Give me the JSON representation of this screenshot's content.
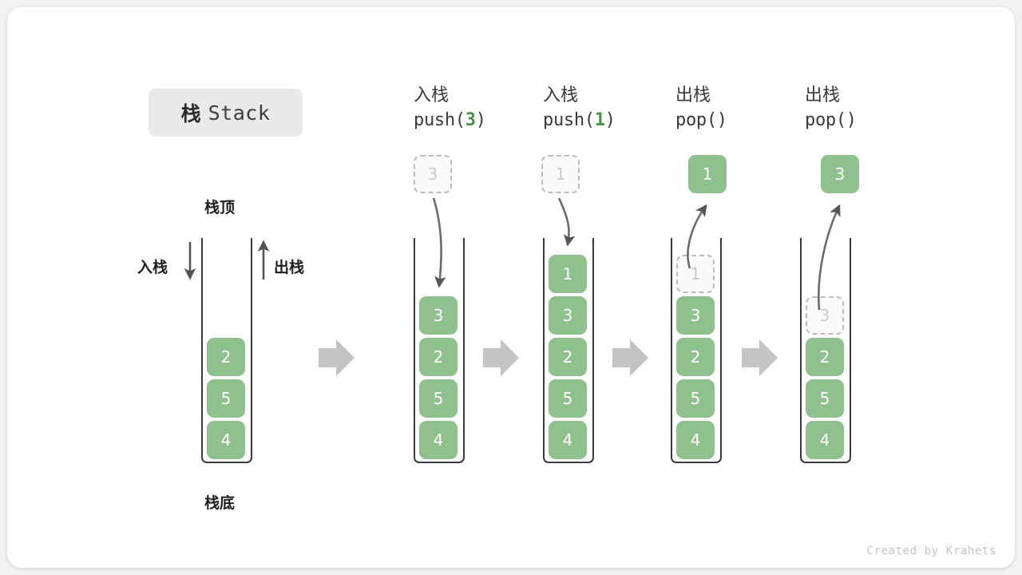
{
  "title": {
    "cn": "栈",
    "en": "Stack"
  },
  "labels": {
    "top": "栈顶",
    "bottom": "栈底",
    "push": "入栈",
    "pop": "出栈"
  },
  "watermark": "Created by Krahets",
  "colors": {
    "element": "#8fc18f",
    "ghost_text": "#c9c9c9",
    "ghost_border": "#bcbcbc",
    "accent_number": "#4a8f4a",
    "tube_border": "#3a3a3a",
    "flow_arrow": "#c4c4c4",
    "card": "#ffffff",
    "page": "#f2f2f2"
  },
  "columns": [
    {
      "id": "initial",
      "head_cn": "",
      "head_op": "",
      "op_value": "",
      "cells": [
        {
          "value": "2",
          "state": "solid"
        },
        {
          "value": "5",
          "state": "solid"
        },
        {
          "value": "4",
          "state": "solid"
        }
      ],
      "floating": null,
      "direction": ""
    },
    {
      "id": "push-3",
      "head_cn": "入栈",
      "head_op_prefix": "push(",
      "op_value": "3",
      "head_op_suffix": ")",
      "cells": [
        {
          "value": "3",
          "state": "solid"
        },
        {
          "value": "2",
          "state": "solid"
        },
        {
          "value": "5",
          "state": "solid"
        },
        {
          "value": "4",
          "state": "solid"
        }
      ],
      "floating": {
        "value": "3",
        "state": "ghost"
      },
      "direction": "in"
    },
    {
      "id": "push-1",
      "head_cn": "入栈",
      "head_op_prefix": "push(",
      "op_value": "1",
      "head_op_suffix": ")",
      "cells": [
        {
          "value": "1",
          "state": "solid"
        },
        {
          "value": "3",
          "state": "solid"
        },
        {
          "value": "2",
          "state": "solid"
        },
        {
          "value": "5",
          "state": "solid"
        },
        {
          "value": "4",
          "state": "solid"
        }
      ],
      "floating": {
        "value": "1",
        "state": "ghost"
      },
      "direction": "in"
    },
    {
      "id": "pop-1",
      "head_cn": "出栈",
      "head_op_prefix": "pop(",
      "op_value": "",
      "head_op_suffix": ")",
      "cells": [
        {
          "value": "1",
          "state": "ghost"
        },
        {
          "value": "3",
          "state": "solid"
        },
        {
          "value": "2",
          "state": "solid"
        },
        {
          "value": "5",
          "state": "solid"
        },
        {
          "value": "4",
          "state": "solid"
        }
      ],
      "floating": {
        "value": "1",
        "state": "solid"
      },
      "direction": "out"
    },
    {
      "id": "pop-3",
      "head_cn": "出栈",
      "head_op_prefix": "pop(",
      "op_value": "",
      "head_op_suffix": ")",
      "cells": [
        {
          "value": "3",
          "state": "ghost"
        },
        {
          "value": "2",
          "state": "solid"
        },
        {
          "value": "5",
          "state": "solid"
        },
        {
          "value": "4",
          "state": "solid"
        }
      ],
      "floating": {
        "value": "3",
        "state": "solid"
      },
      "direction": "out"
    }
  ]
}
